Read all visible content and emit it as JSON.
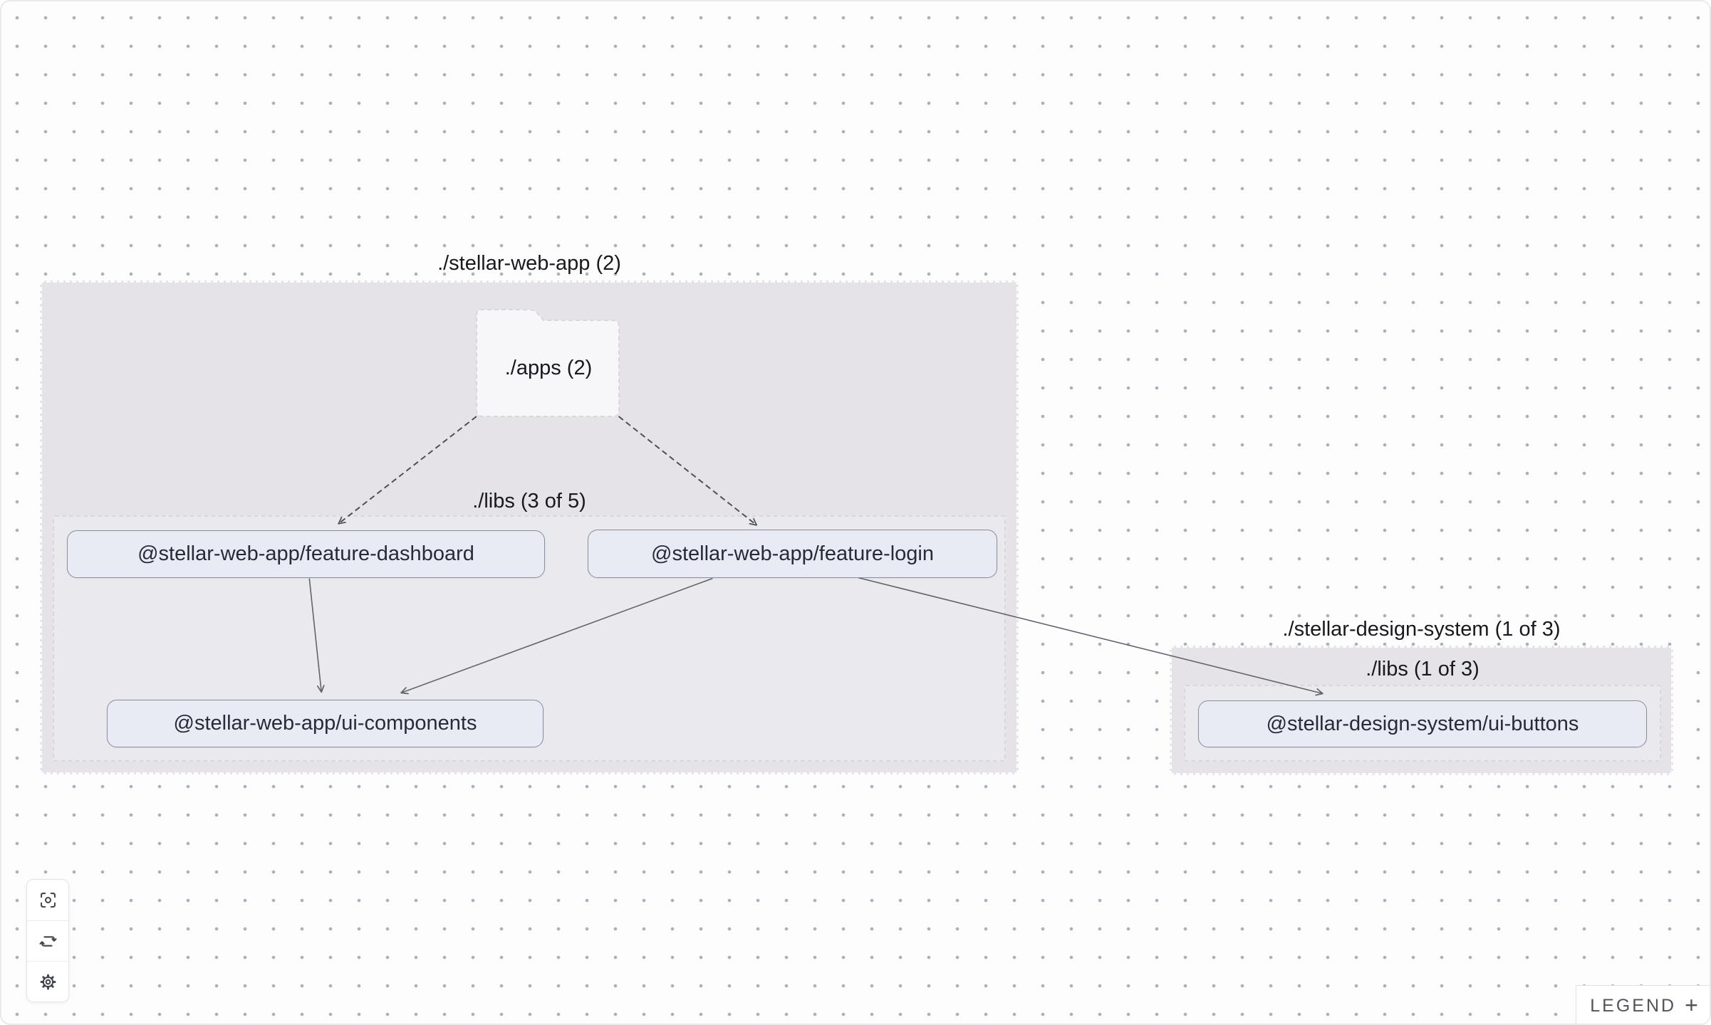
{
  "graph": {
    "group_web_app": {
      "title": "./stellar-web-app (2)"
    },
    "folder_apps": {
      "label": "./apps (2)"
    },
    "libs_web_app": {
      "label": "./libs (3 of 5)"
    },
    "group_design_system": {
      "title": "./stellar-design-system (1 of 3)"
    },
    "libs_design_system": {
      "label": "./libs (1 of 3)"
    },
    "nodes": {
      "feature_dashboard": {
        "label": "@stellar-web-app/feature-dashboard"
      },
      "feature_login": {
        "label": "@stellar-web-app/feature-login"
      },
      "ui_components": {
        "label": "@stellar-web-app/ui-components"
      },
      "ui_buttons": {
        "label": "@stellar-design-system/ui-buttons"
      }
    },
    "edges": [
      {
        "from": "./apps",
        "to": "@stellar-web-app/feature-dashboard",
        "style": "dashed"
      },
      {
        "from": "./apps",
        "to": "@stellar-web-app/feature-login",
        "style": "dashed"
      },
      {
        "from": "@stellar-web-app/feature-dashboard",
        "to": "@stellar-web-app/ui-components",
        "style": "solid"
      },
      {
        "from": "@stellar-web-app/feature-login",
        "to": "@stellar-web-app/ui-components",
        "style": "solid"
      },
      {
        "from": "@stellar-web-app/feature-login",
        "to": "@stellar-design-system/ui-buttons",
        "style": "solid"
      }
    ]
  },
  "toolbar": {
    "buttons": [
      {
        "icon": "focus-icon"
      },
      {
        "icon": "refresh-icon"
      },
      {
        "icon": "settings-icon"
      }
    ]
  },
  "legend": {
    "label": "LEGEND",
    "expand": "+"
  },
  "colors": {
    "group_fill": "#e5e3e8",
    "node_fill": "#e8ebf3",
    "node_border": "#878e9f",
    "edge_solid": "#60646e",
    "edge_dashed": "#4c505a",
    "dot": "#aab2c0"
  }
}
